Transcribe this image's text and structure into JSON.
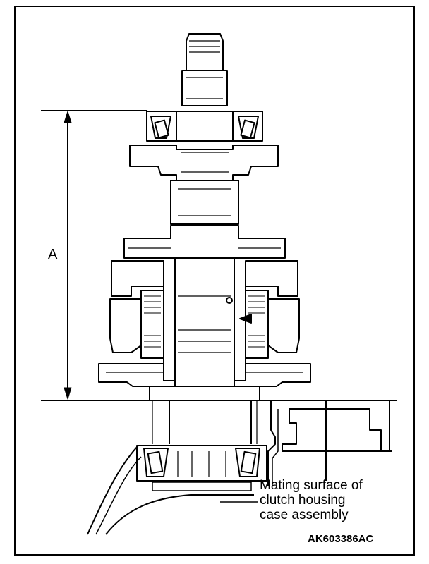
{
  "diagram": {
    "dimension_label": "A",
    "callout_lines": [
      "Mating surface of",
      "clutch housing",
      "case assembly"
    ],
    "figure_id": "AK603386AC"
  }
}
